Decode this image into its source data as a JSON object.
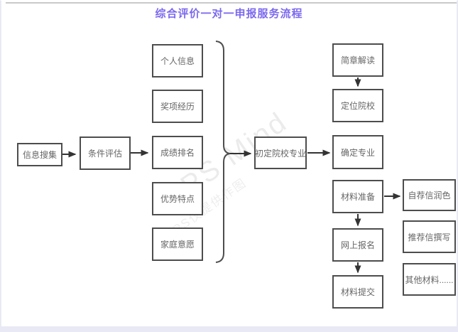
{
  "title": "综合评价一对一申报服务流程",
  "colors": {
    "title_accent": "#7b68ee",
    "box_border": "#4d4d4d",
    "box_text": "#666666",
    "connector": "#333333",
    "page_edge": "#e9e9f5"
  },
  "watermark": {
    "brand": "WPS Mind",
    "notice": "WPS仅提供作图"
  },
  "nodes": {
    "info_collect": "信息搜集",
    "condition_eval": "条件评估",
    "personal_info": "个人信息",
    "award_exp": "奖项经历",
    "grade_rank": "成绩排名",
    "advantage": "优势特点",
    "family_wish": "家庭意愿",
    "initial_school": "初定院校专业",
    "brochure": "简章解读",
    "position_school": "定位院校",
    "confirm_major": "确定专业",
    "material_prep": "材料准备",
    "online_reg": "网上报名",
    "material_submit": "材料提交",
    "self_letter": "自荐信润色",
    "recommend_letter": "推荐信撰写",
    "other_material": "其他材料......"
  }
}
